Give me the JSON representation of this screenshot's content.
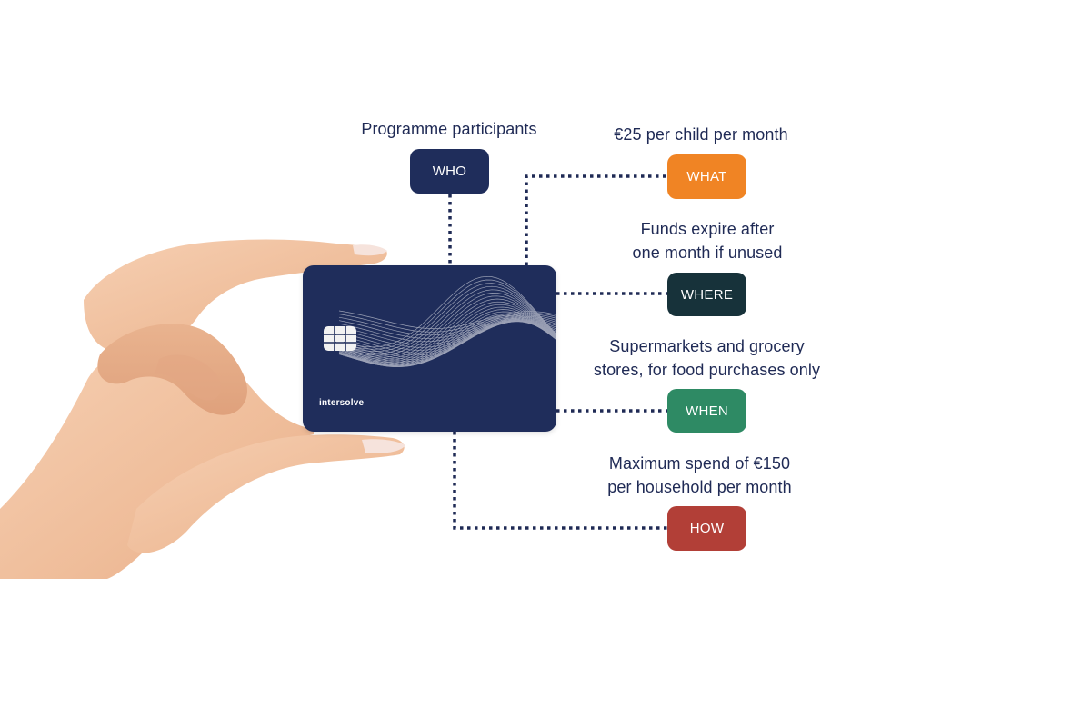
{
  "categories": [
    {
      "key": "who",
      "label": "WHO",
      "caption": "Programme participants",
      "color": "#1f2d5b"
    },
    {
      "key": "what",
      "label": "WHAT",
      "caption": "€25 per child per month",
      "color": "#f08424"
    },
    {
      "key": "where",
      "label": "WHERE",
      "caption": "Funds expire after\none month if unused",
      "color": "#17323a"
    },
    {
      "key": "when",
      "label": "WHEN",
      "caption": "Supermarkets and grocery\nstores, for food purchases only",
      "color": "#2e8a64"
    },
    {
      "key": "how",
      "label": "HOW",
      "caption": "Maximum spend of €150\nper household per month",
      "color": "#b23f37"
    }
  ],
  "card": {
    "brand": "intersolve",
    "color": "#1f2d5b"
  },
  "connector_color": "#1f2a55",
  "hand_color": "#f2c4a3"
}
